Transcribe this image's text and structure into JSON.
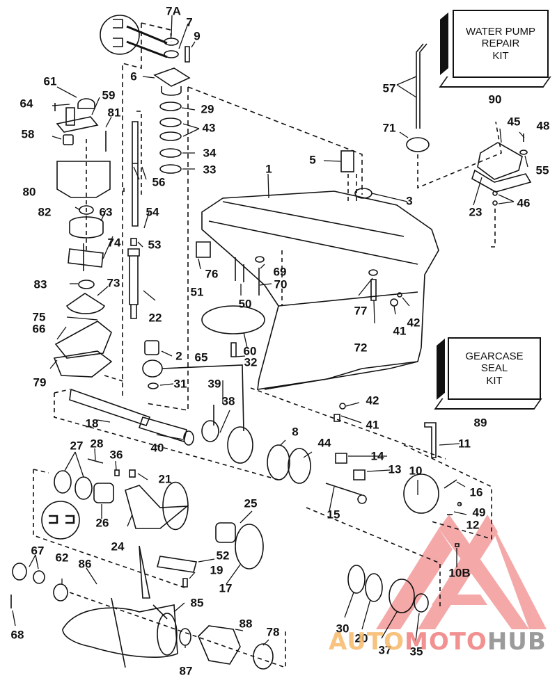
{
  "diagram": {
    "title": "Outboard gearcase exploded parts diagram",
    "kits": [
      {
        "id": "water-pump-kit",
        "text_lines": [
          "WATER PUMP",
          "REPAIR",
          "KIT"
        ],
        "callout": "90"
      },
      {
        "id": "gearcase-seal-kit",
        "text_lines": [
          "GEARCASE",
          "SEAL",
          "KIT"
        ],
        "callout": "89"
      }
    ],
    "callouts": [
      "7A",
      "7",
      "9",
      "6",
      "29",
      "43",
      "34",
      "33",
      "1",
      "5",
      "3",
      "61",
      "59",
      "64",
      "81",
      "58",
      "80",
      "56",
      "82",
      "63",
      "54",
      "53",
      "74",
      "83",
      "73",
      "75",
      "66",
      "79",
      "22",
      "2",
      "31",
      "51",
      "76",
      "69",
      "70",
      "50",
      "60",
      "65",
      "32",
      "77",
      "72",
      "41",
      "42",
      "57",
      "71",
      "90",
      "45",
      "48",
      "55",
      "23",
      "46",
      "89",
      "39",
      "38",
      "18",
      "40",
      "8",
      "44",
      "42",
      "41",
      "11",
      "14",
      "13",
      "10",
      "16",
      "49",
      "12",
      "15",
      "10B",
      "27",
      "28",
      "36",
      "21",
      "26",
      "24",
      "25",
      "52",
      "19",
      "17",
      "67",
      "62",
      "86",
      "68",
      "85",
      "88",
      "78",
      "87",
      "30",
      "20",
      "37",
      "35"
    ],
    "watermark": {
      "part1": "AUTO",
      "part2": "MOTO",
      "part3": "HUB",
      "colors": {
        "auto": "#f6b968",
        "moto": "#f07e7e",
        "hub": "#8a8a8a",
        "triangle": "#f39a9a"
      }
    }
  },
  "labels": {
    "l7A": "7A",
    "l7": "7",
    "l9": "9",
    "l6": "6",
    "l29": "29",
    "l43": "43",
    "l34": "34",
    "l33": "33",
    "l1": "1",
    "l5": "5",
    "l3": "3",
    "l61": "61",
    "l59": "59",
    "l64": "64",
    "l81": "81",
    "l58": "58",
    "l80": "80",
    "l56": "56",
    "l82": "82",
    "l63": "63",
    "l54": "54",
    "l53": "53",
    "l74": "74",
    "l83": "83",
    "l73": "73",
    "l75": "75",
    "l66": "66",
    "l79": "79",
    "l22": "22",
    "l2": "2",
    "l31": "31",
    "l51": "51",
    "l76": "76",
    "l69": "69",
    "l70": "70",
    "l50": "50",
    "l60": "60",
    "l65": "65",
    "l32": "32",
    "l77": "77",
    "l72": "72",
    "l41a": "41",
    "l42a": "42",
    "l57": "57",
    "l71": "71",
    "l90": "90",
    "l45": "45",
    "l48": "48",
    "l55": "55",
    "l23": "23",
    "l46": "46",
    "l89": "89",
    "l39": "39",
    "l38": "38",
    "l18": "18",
    "l40": "40",
    "l8": "8",
    "l44": "44",
    "l42b": "42",
    "l41b": "41",
    "l11": "11",
    "l14": "14",
    "l13": "13",
    "l10": "10",
    "l16": "16",
    "l49": "49",
    "l12": "12",
    "l15": "15",
    "l10B": "10B",
    "l27": "27",
    "l28": "28",
    "l36": "36",
    "l21": "21",
    "l26": "26",
    "l24": "24",
    "l25": "25",
    "l52": "52",
    "l19": "19",
    "l17": "17",
    "l67": "67",
    "l62": "62",
    "l86": "86",
    "l68": "68",
    "l85": "85",
    "l88": "88",
    "l78": "78",
    "l87": "87",
    "l30": "30",
    "l20": "20",
    "l37": "37",
    "l35": "35"
  },
  "kit_text": {
    "wp1": "WATER PUMP",
    "wp2": "REPAIR",
    "wp3": "KIT",
    "gs1": "GEARCASE",
    "gs2": "SEAL",
    "gs3": "KIT"
  }
}
